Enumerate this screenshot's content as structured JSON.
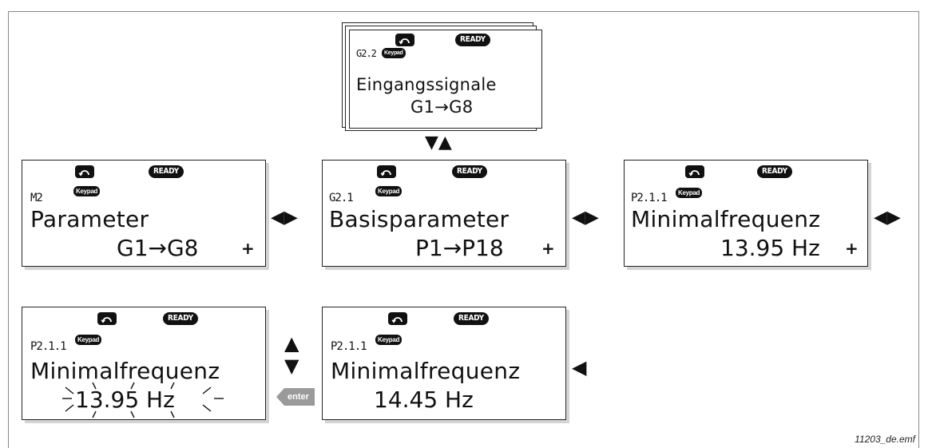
{
  "footer": "11203_de.emf",
  "icons": {
    "ready": "READY",
    "keypad": "Keypad",
    "run": "run-rotation-icon"
  },
  "screens": {
    "group_stack": {
      "code": "G2.2",
      "title": "Eingangssignale",
      "range": "G1→G8"
    },
    "menu_m2": {
      "code": "M2",
      "title": "Parameter",
      "range": "G1→G8",
      "plus": "+"
    },
    "group_g21": {
      "code": "G2.1",
      "title": "Basisparameter",
      "range": "P1→P18",
      "plus": "+"
    },
    "param_p211": {
      "code": "P2.1.1",
      "title": "Minimalfrequenz",
      "value": "13.95 Hz",
      "plus": "+"
    },
    "edit_p211": {
      "code": "P2.1.1",
      "title": "Minimalfrequenz",
      "value": "13.95 Hz"
    },
    "result_p211": {
      "code": "P2.1.1",
      "title": "Minimalfrequenz",
      "value": "14.45 Hz"
    }
  },
  "nav": {
    "up_down": "▼▲",
    "left_right": "◀▶",
    "left": "◀",
    "up": "▲",
    "down": "▼",
    "enter": "enter"
  }
}
